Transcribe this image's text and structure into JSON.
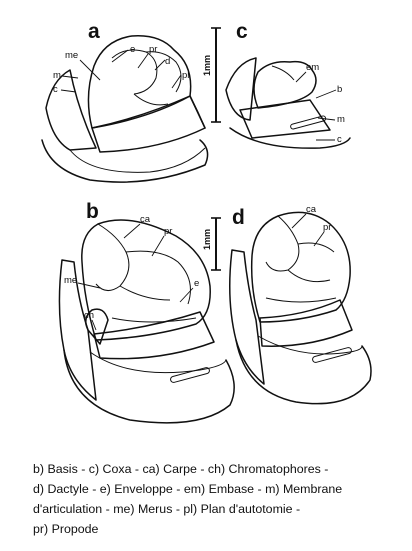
{
  "figure": {
    "panels": {
      "a": "a",
      "b": "b",
      "c": "c",
      "d": "d"
    },
    "scale_bars": {
      "top": "1mm",
      "bottom": "1mm"
    },
    "labels_a": {
      "e": "e",
      "me": "me",
      "pr": "pr",
      "d": "d",
      "m": "m",
      "c": "c",
      "pl": "pl"
    },
    "labels_c": {
      "em": "em",
      "b": "b",
      "m": "m",
      "c": "c"
    },
    "labels_b": {
      "ca": "ca",
      "pr": "pr",
      "me": "me",
      "e": "e",
      "ch": "ch"
    },
    "labels_d": {
      "ca": "ca",
      "pr": "pr"
    }
  },
  "caption": {
    "line1": "b) Basis - c) Coxa - ca) Carpe - ch) Chromatophores -",
    "line2": "d) Dactyle - e) Enveloppe - em) Embase - m) Membrane",
    "line3": "d'articulation - me) Merus - pl) Plan d'autotomie -",
    "line4": "pr) Propode"
  }
}
